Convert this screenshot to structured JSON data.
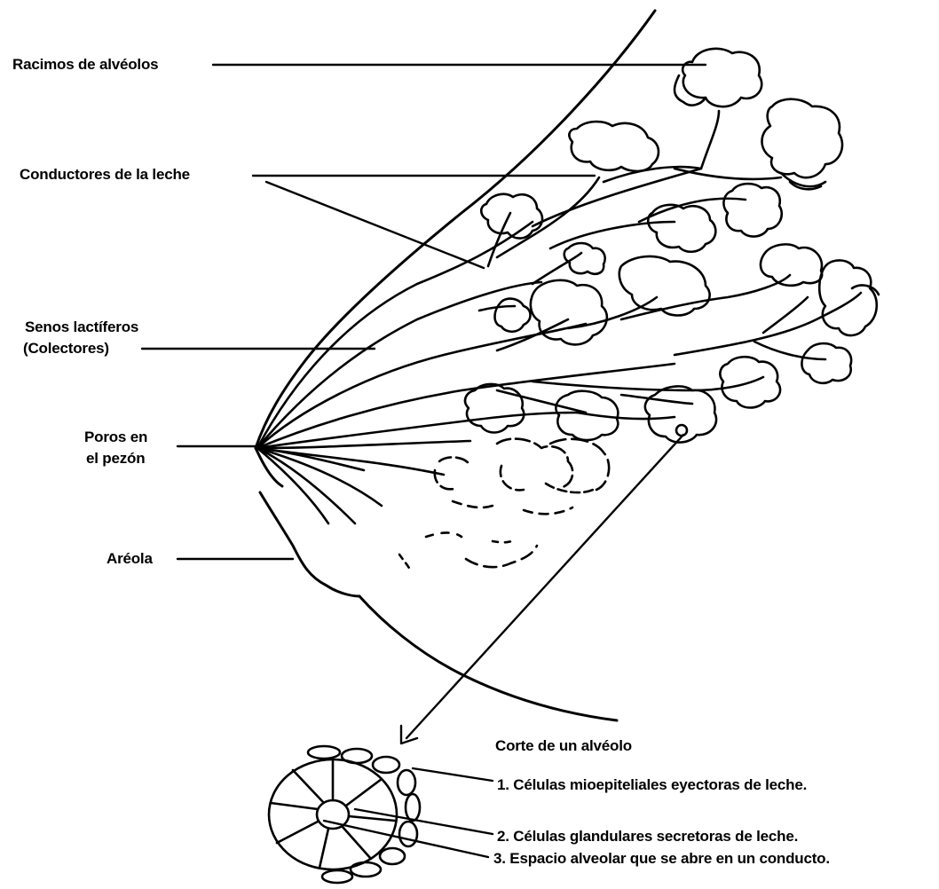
{
  "labels": {
    "racimos": "Racimos de alvéolos",
    "conductores": "Conductores de la leche",
    "senos_line1": "Senos lactíferos",
    "senos_line2": "(Colectores)",
    "poros_line1": "Poros en",
    "poros_line2": "el  pezón",
    "areola": "Aréola"
  },
  "section": {
    "title": "Corte de un alvéolo",
    "items": [
      "1. Células mioepiteliales eyectoras de leche.",
      "2. Células glandulares secretoras de leche.",
      "3. Espacio alveolar que se abre en un conducto."
    ]
  }
}
